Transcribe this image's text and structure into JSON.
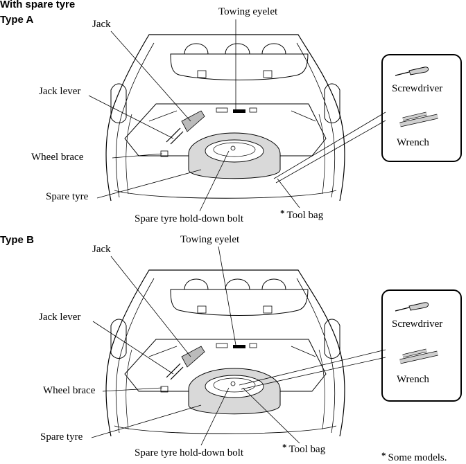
{
  "page": {
    "section_title": "With spare tyre",
    "footnote_marker": "*",
    "footnote_text": "Some models."
  },
  "diagrams": [
    {
      "type_label": "Type A",
      "labels": {
        "jack": "Jack",
        "towing_eyelet": "Towing eyelet",
        "jack_lever": "Jack lever",
        "wheel_brace": "Wheel brace",
        "spare_tyre": "Spare tyre",
        "hold_down_bolt": "Spare tyre hold-down bolt",
        "tool_bag": "Tool bag",
        "tool_bag_marker": "*"
      },
      "callout": {
        "screwdriver": "Screwdriver",
        "wrench": "Wrench"
      }
    },
    {
      "type_label": "Type B",
      "labels": {
        "jack": "Jack",
        "towing_eyelet": "Towing eyelet",
        "jack_lever": "Jack lever",
        "wheel_brace": "Wheel brace",
        "spare_tyre": "Spare tyre",
        "hold_down_bolt": "Spare tyre hold-down bolt",
        "tool_bag": "Tool bag",
        "tool_bag_marker": "*"
      },
      "callout": {
        "screwdriver": "Screwdriver",
        "wrench": "Wrench"
      }
    }
  ],
  "colors": {
    "line": "#000000",
    "tyre_fill": "#d9d9d9",
    "tool_fill": "#cfcfcf"
  }
}
